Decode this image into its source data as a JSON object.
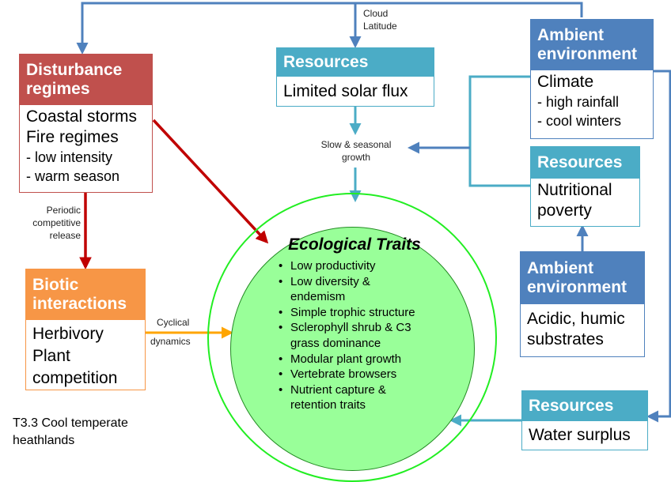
{
  "colors": {
    "disturbance": "#c0504d",
    "resources": "#4bacc6",
    "ambient": "#4f81bd",
    "biotic": "#f79646",
    "red_arrow": "#c00000",
    "orange_arrow": "#ffa500",
    "blue_arrow": "#4f81bd",
    "circle_fill": "#99ff99"
  },
  "disturbance": {
    "header": [
      "Disturbance",
      "regimes"
    ],
    "body": [
      "Coastal storms",
      "Fire regimes"
    ],
    "body_small": [
      "- low intensity",
      "- warm season"
    ]
  },
  "resources_solar": {
    "header": "Resources",
    "body": "Limited solar flux"
  },
  "ambient_climate": {
    "header": [
      "Ambient",
      "environment"
    ],
    "body": "Climate",
    "body_small": [
      "- high rainfall",
      "- cool winters"
    ]
  },
  "resources_nutrition": {
    "header": "Resources",
    "body": [
      "Nutritional",
      "poverty"
    ]
  },
  "ambient_substrate": {
    "header": [
      "Ambient",
      "environment"
    ],
    "body": [
      "Acidic, humic",
      "substrates"
    ]
  },
  "resources_water": {
    "header": "Resources",
    "body": "Water surplus"
  },
  "biotic": {
    "header": [
      "Biotic",
      "interactions"
    ],
    "body": [
      "Herbivory",
      "Plant",
      "competition"
    ]
  },
  "notes": {
    "cloud": [
      "Cloud",
      "Latitude"
    ],
    "slow": [
      "Slow & seasonal",
      "growth"
    ],
    "periodic": [
      "Periodic",
      "competitive",
      "release"
    ],
    "cyclical": [
      "Cyclical",
      "dynamics"
    ]
  },
  "traits": {
    "title": "Ecological Traits",
    "items": [
      [
        "Low productivity"
      ],
      [
        "Low diversity &",
        "endemism"
      ],
      [
        "Simple trophic structure"
      ],
      [
        "Sclerophyll shrub & C3",
        "grass dominance"
      ],
      [
        "Modular plant growth"
      ],
      [
        "Vertebrate browsers"
      ],
      [
        "Nutrient capture &",
        "retention traits"
      ]
    ]
  },
  "caption": [
    "T3.3 Cool temperate",
    "heathlands"
  ]
}
